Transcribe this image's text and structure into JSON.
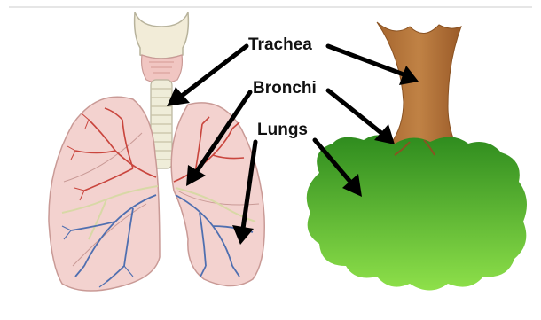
{
  "labels": {
    "trachea": "Trachea",
    "bronchi": "Bronchi",
    "lungs": "Lungs"
  },
  "colors": {
    "trunk": "#b8783e",
    "canopy_top": "#2e8b1e",
    "canopy_bottom": "#8ee04a",
    "lung_fill": "#f3d2cf",
    "lung_edge": "#c99a96",
    "artery": "#c9453d",
    "vein": "#4f6fb0",
    "airway": "#d8d8b8",
    "top_rule": "#cccccc"
  },
  "icons": [
    "human-lungs-illustration",
    "tree-illustration"
  ]
}
